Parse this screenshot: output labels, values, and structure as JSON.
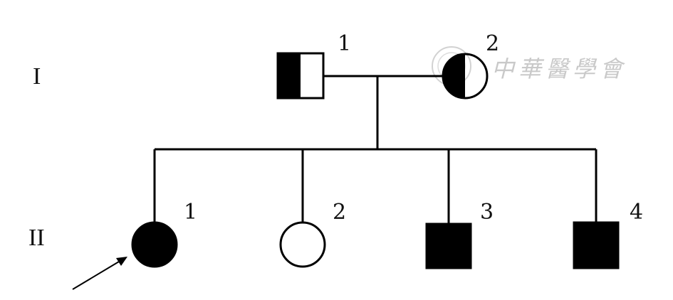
{
  "generations": [
    {
      "label": "I",
      "members": [
        "1",
        "2"
      ]
    },
    {
      "label": "II",
      "members": [
        "1",
        "2",
        "3",
        "4"
      ]
    }
  ],
  "individuals": {
    "I-1": {
      "number": "1",
      "sex": "male",
      "status": "half-affected (left half filled)"
    },
    "I-2": {
      "number": "2",
      "sex": "female",
      "status": "half-affected (left half filled)"
    },
    "II-1": {
      "number": "1",
      "sex": "female",
      "status": "affected",
      "proband": true
    },
    "II-2": {
      "number": "2",
      "sex": "female",
      "status": "unaffected"
    },
    "II-3": {
      "number": "3",
      "sex": "male",
      "status": "affected"
    },
    "II-4": {
      "number": "4",
      "sex": "male",
      "status": "affected"
    }
  },
  "watermark": {
    "text": "中華醫學會"
  },
  "colors": {
    "line": "#000000",
    "fill": "#000000",
    "background": "#ffffff",
    "watermark": "#c9c9c9"
  }
}
